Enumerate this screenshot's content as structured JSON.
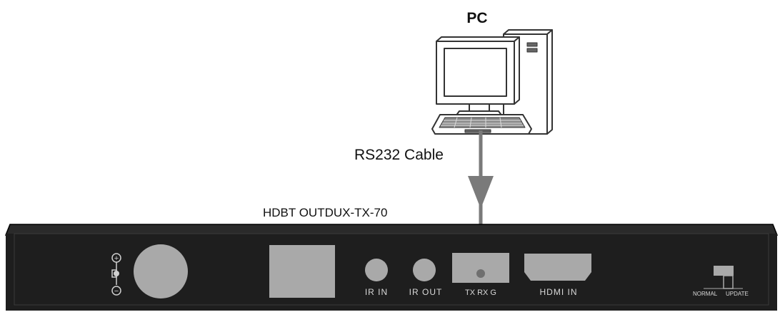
{
  "pc": {
    "label": "PC",
    "icon": "desktop-computer-icon"
  },
  "cable": {
    "label": "RS232 Cable",
    "color": "#7a7a7a"
  },
  "device": {
    "label": "HDBT OUTDUX-TX-70",
    "panel_color": "#1e1e1e",
    "port_color": "#a9a9a9",
    "text_color": "#d8d8d8"
  },
  "ports": {
    "ir_in": "IR  IN",
    "ir_out": "IR  OUT",
    "rs232": "TX RX  G",
    "hdmi_in": "HDMI  IN",
    "switch_normal": "NORMAL",
    "switch_update": "UPDATE"
  },
  "power_symbols": {
    "plus": "+",
    "minus": "−"
  }
}
